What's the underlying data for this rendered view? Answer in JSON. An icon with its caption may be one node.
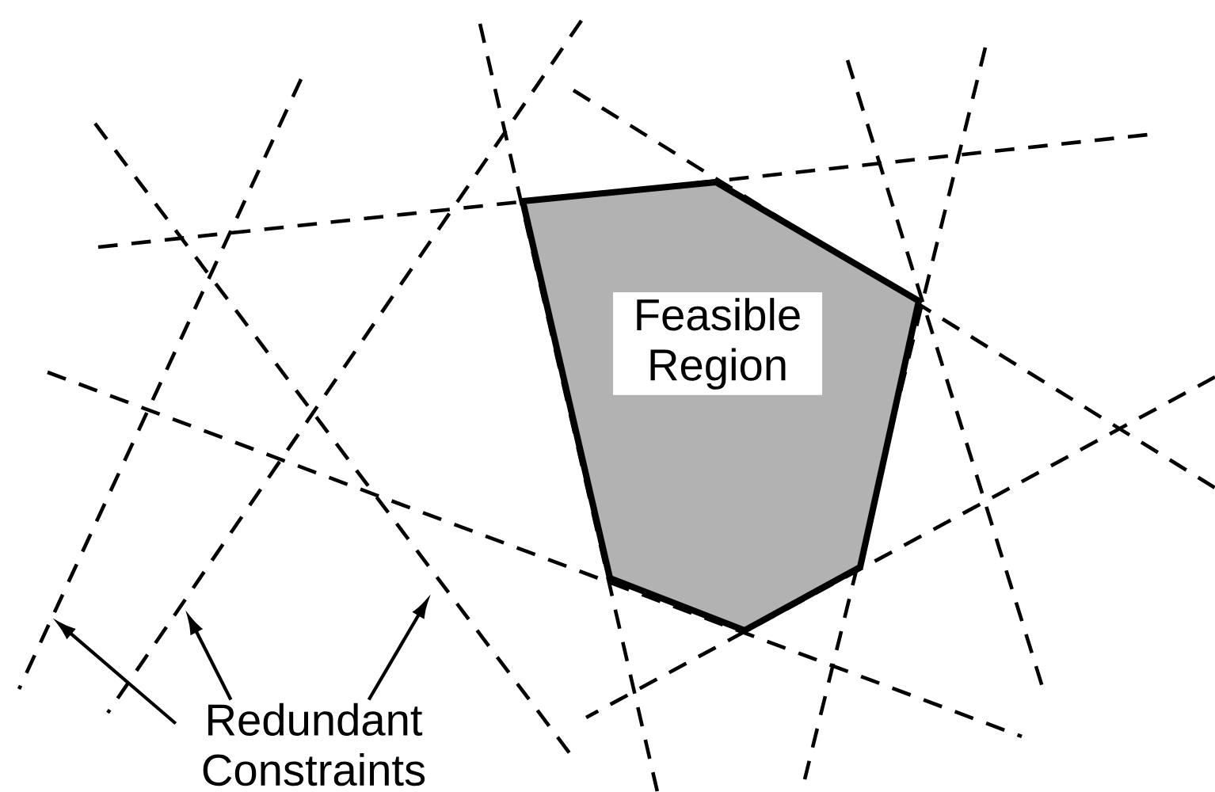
{
  "diagram": {
    "nodes": [
      {
        "text": [
          "Feasible Region"
        ]
      },
      {
        "text": [
          "Redundant Constraints"
        ]
      }
    ],
    "edges": [
      {
        "from": 1,
        "to": null,
        "arrow": "to"
      },
      {
        "from": 1,
        "to": null,
        "arrow": "to"
      },
      {
        "from": 1,
        "to": null,
        "arrow": "to"
      }
    ]
  }
}
